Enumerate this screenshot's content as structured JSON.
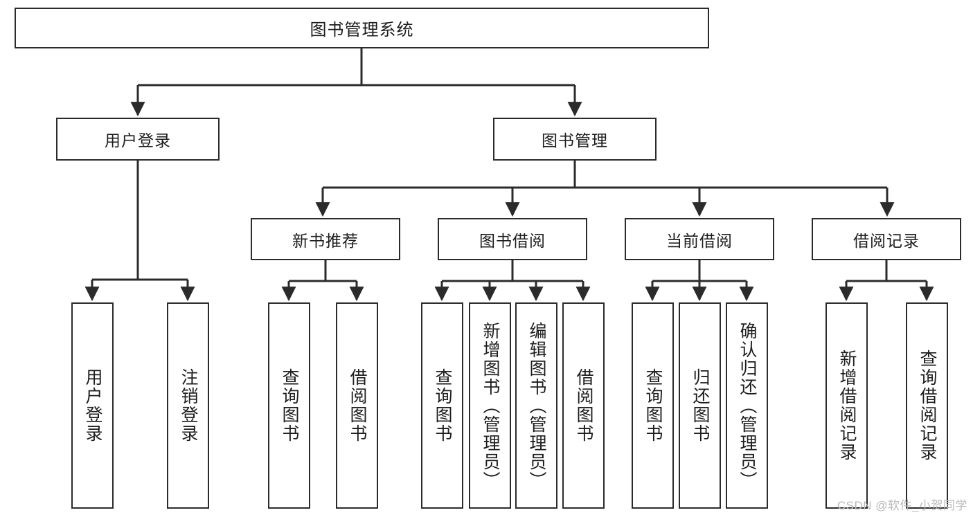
{
  "diagram": {
    "title": "图书管理系统",
    "type": "tree",
    "style": {
      "border_color": "#2b2b2b",
      "fill_color": "#ffffff",
      "text_color": "#1d1d1d",
      "background": "#ffffff",
      "watermark_color": "#b9b9b9"
    },
    "root": {
      "label": "图书管理系统"
    },
    "level2": [
      {
        "label": "用户登录"
      },
      {
        "label": "图书管理"
      }
    ],
    "level3": [
      {
        "label": "新书推荐"
      },
      {
        "label": "图书借阅"
      },
      {
        "label": "当前借阅"
      },
      {
        "label": "借阅记录"
      }
    ],
    "leaves": {
      "user_login": [
        {
          "label": "用户登录"
        },
        {
          "label": "注销登录"
        }
      ],
      "new_book_recommend": [
        {
          "label": "查询图书"
        },
        {
          "label": "借阅图书"
        }
      ],
      "book_borrow": [
        {
          "label": "查询图书"
        },
        {
          "label": "新增图书（管理员）"
        },
        {
          "label": "编辑图书（管理员）"
        },
        {
          "label": "借阅图书"
        }
      ],
      "current_borrow": [
        {
          "label": "查询图书"
        },
        {
          "label": "归还图书"
        },
        {
          "label": "确认归还（管理员）"
        }
      ],
      "borrow_record": [
        {
          "label": "新增借阅记录"
        },
        {
          "label": "查询借阅记录"
        }
      ]
    },
    "watermark": "CSDN @软件_小贺同学"
  }
}
